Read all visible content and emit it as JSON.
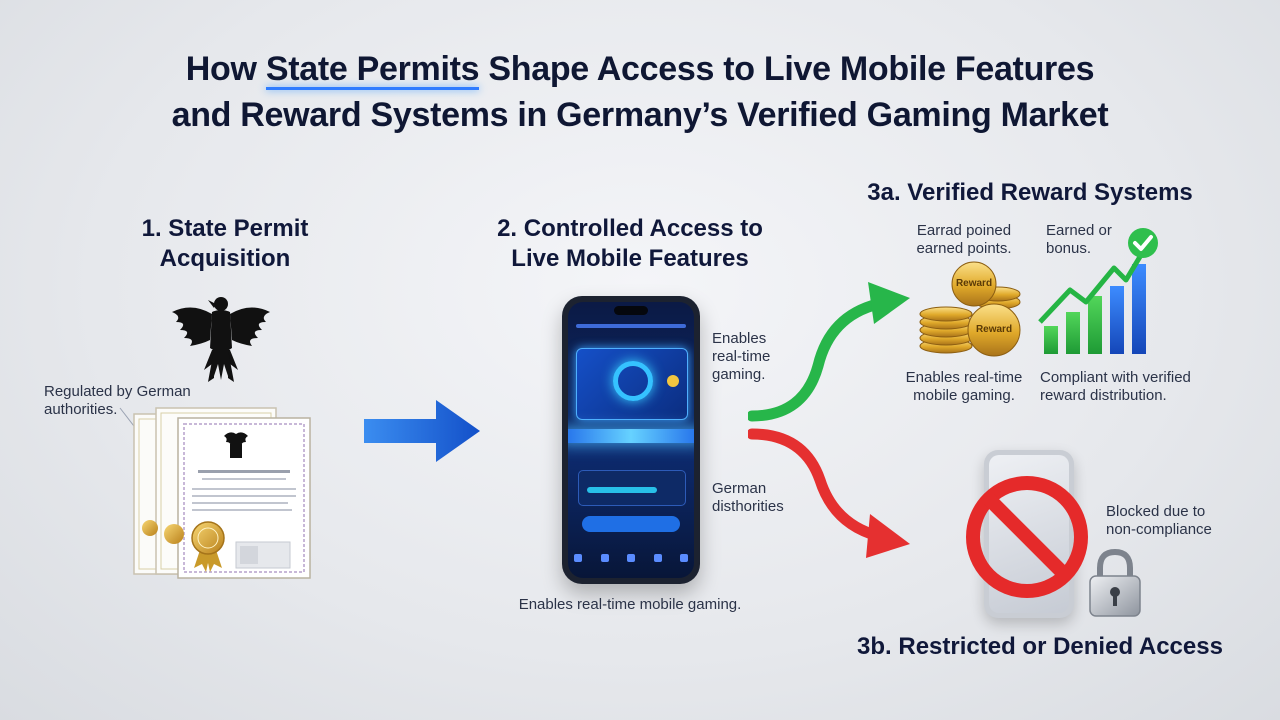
{
  "title": {
    "line1_pre": "How ",
    "line1_highlight": "State Permits",
    "line1_post": " Shape Access to Live Mobile Features",
    "line2": "and Reward Systems in Germany’s Verified Gaming Market"
  },
  "step1": {
    "title_line1": "1. State Permit",
    "title_line2": "Acquisition",
    "note_line1": "Regulated by German",
    "note_line2": "authorities."
  },
  "step2": {
    "title_line1": "2. Controlled Access to",
    "title_line2": "Live Mobile Features",
    "side_note_top": [
      "Enables",
      "real-time",
      "gaming."
    ],
    "side_note_bottom": [
      "German",
      "disthorities"
    ],
    "caption": "Enables real-time mobile gaming."
  },
  "step3a": {
    "title": "3a. Verified Reward Systems",
    "coins_note": [
      "Earrad poined",
      "earned points."
    ],
    "chart_note": [
      "Earned or",
      "bonus."
    ],
    "coin_label_1": "Reward",
    "coin_label_2": "Reward",
    "bottom_left": [
      "Enables real-time",
      "mobile gaming."
    ],
    "bottom_right": [
      "Compliant with verified",
      "reward distribution."
    ]
  },
  "step3b": {
    "title": "3b. Restricted or Denied Access",
    "note": [
      "Blocked due to",
      "non-compliance"
    ]
  },
  "colors": {
    "accent_blue": "#1f6fe5",
    "allow_green": "#24b84a",
    "deny_red": "#e53030",
    "gold": "#e0a92a"
  },
  "icons": [
    "eagle-icon",
    "permit-document-icon",
    "right-arrow-icon",
    "smartphone-icon",
    "gold-coins-icon",
    "bar-chart-icon",
    "checkmark-icon",
    "prohibited-icon",
    "padlock-icon"
  ]
}
